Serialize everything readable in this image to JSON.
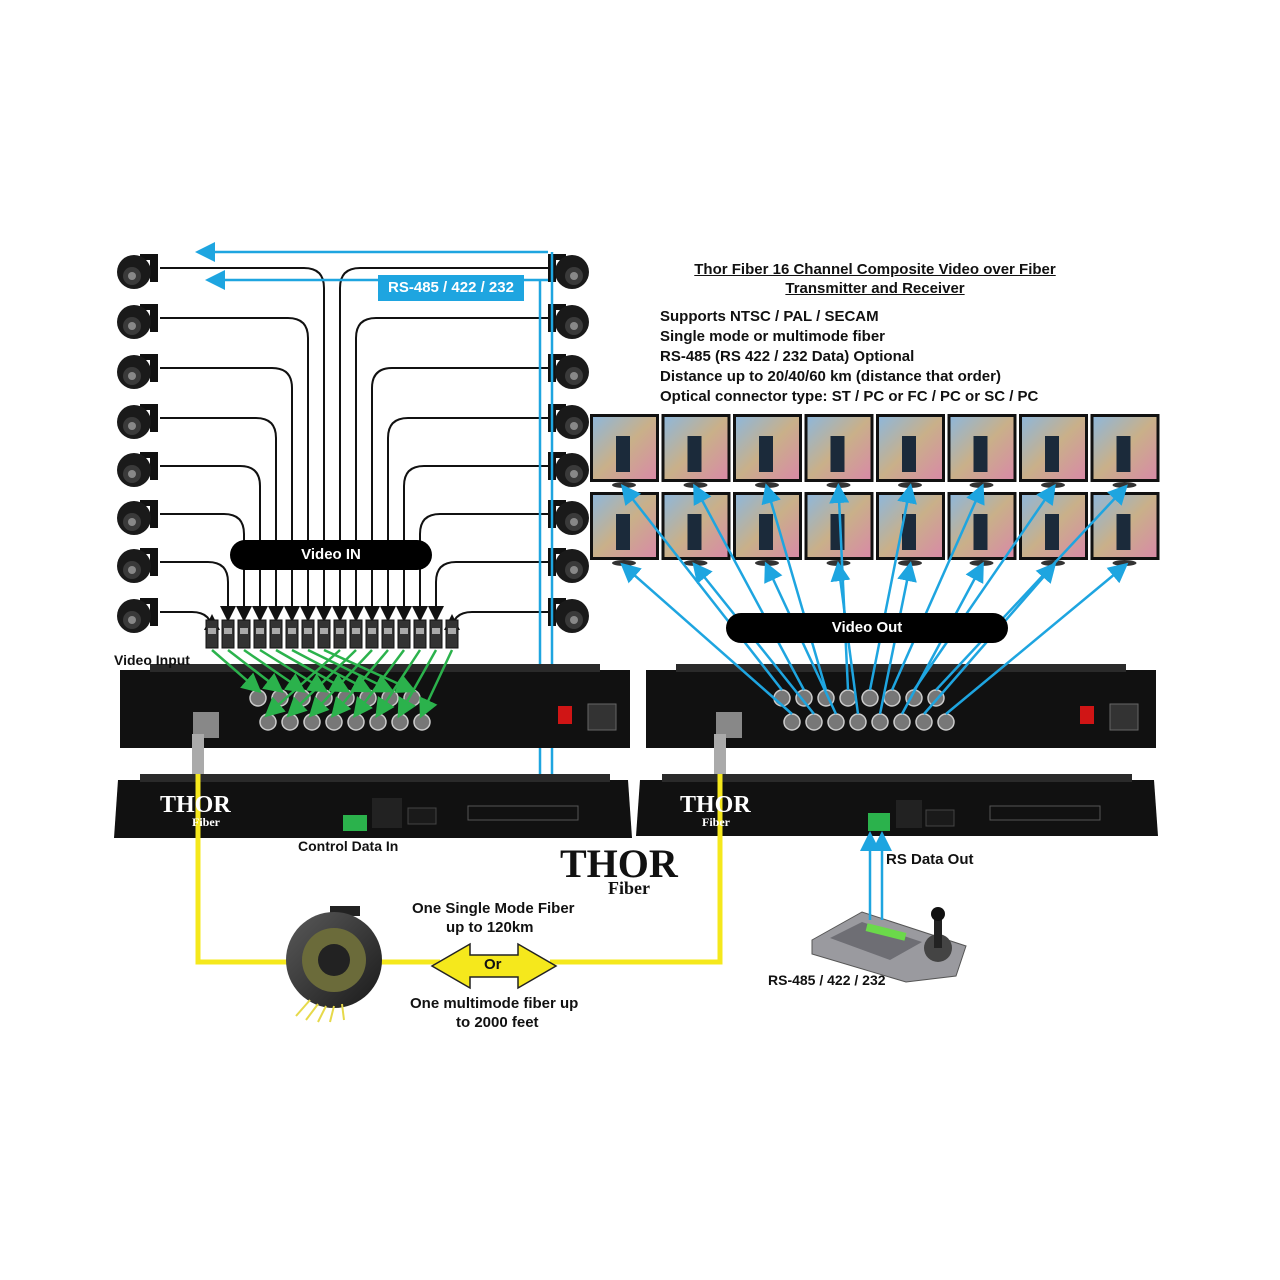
{
  "title_line1": "Thor Fiber 16 Channel Composite Video over Fiber",
  "title_line2": "Transmitter and Receiver",
  "features": [
    "Supports NTSC / PAL / SECAM",
    "Single mode or multimode fiber",
    "RS-485 (RS 422 / 232 Data) Optional",
    "Distance up to 20/40/60 km (distance that order)",
    "Optical connector type: ST / PC or FC / PC or SC / PC"
  ],
  "labels": {
    "rs_badge": "RS-485 / 422 / 232",
    "video_in": "Video IN",
    "video_out": "Video Out",
    "video_input": "Video  Input",
    "control_data_in": "Control Data In",
    "rs_data_out": "RS Data Out",
    "rs_keyboard": "RS-485 / 422 / 232",
    "single_mode_1": "One Single Mode Fiber",
    "single_mode_2": "up to 120km",
    "or": "Or",
    "multimode_1": "One multimode fiber up",
    "multimode_2": "to 2000 feet"
  },
  "brand": {
    "logo_main": "THOR",
    "logo_sub": "Fiber"
  },
  "colors": {
    "rs_line": "#1ea5e0",
    "fiber": "#f5e81c",
    "green_link": "#2bb24c",
    "device": "#111111"
  }
}
